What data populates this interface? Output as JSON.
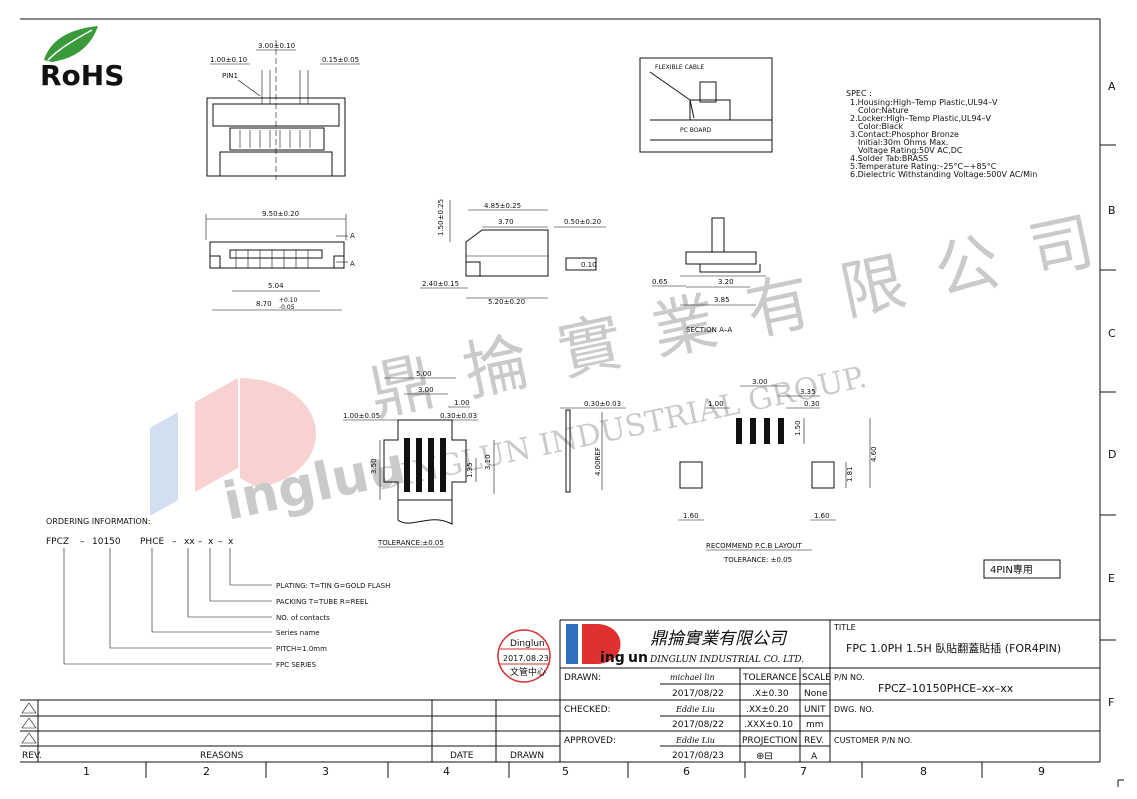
{
  "logo": {
    "text": "RoHS",
    "leaf_color": "#3a9a3a",
    "text_color": "#2e8a2e"
  },
  "watermark": {
    "chinese": "鼎 掄 實 業 有 限 公 司",
    "english": "DINGLUN INDUSTRIAL GROUP.",
    "brand": "ingluu",
    "color_red": "#e03030",
    "color_blue": "#3070c0"
  },
  "border_rows": [
    "A",
    "B",
    "C",
    "D",
    "E",
    "F"
  ],
  "border_cols": [
    "1",
    "2",
    "3",
    "4",
    "5",
    "6",
    "7",
    "8",
    "9"
  ],
  "top_view": {
    "dim_pitch": "3.00±0.10",
    "dim_left": "1.00±0.10",
    "dim_right": "0.15±0.05",
    "pin1": "PIN1"
  },
  "front_view": {
    "dim_width": "9.50±0.20",
    "dim_inner": "5.04",
    "dim_overall": "8.70",
    "dim_tol_up": "+0.10",
    "dim_tol_down": "-0.05",
    "section": "A"
  },
  "side_view": {
    "dim_height": "1.50±0.25",
    "dim_depth": "4.85±0.25",
    "dim_a": "3.70",
    "dim_b": "0.50±0.20",
    "dim_c": "0.10",
    "dim_d": "2.40±0.15",
    "dim_e": "5.20±0.20"
  },
  "flex_inset": {
    "flex": "FLEXIBLE CABLE",
    "board": "PC BOARD"
  },
  "section_aa": {
    "label": "SECTION A–A",
    "d1": "0.65",
    "d2": "3.20",
    "d3": "3.85"
  },
  "spec": {
    "title": "SPEC :",
    "lines": [
      "1.Housing:High–Temp Plastic,UL94–V",
      "Color:Nature",
      "2.Locker:High–Temp Plastic,UL94–V",
      "Color:Black",
      "3.Contact:Phosphor Bronze",
      "Initial:30m Ohms Max.",
      "Voltage Rating:50V AC,DC",
      "4.Solder Tab:BRASS",
      "5.Temperature Rating:–25°C~+85°C",
      "6.Dielectric Withstanding Voltage:500V AC/Min"
    ]
  },
  "cable_view": {
    "d1": "5.00",
    "d2": "3.00",
    "d3": "1.00",
    "d4": "1.00±0.05",
    "d5": "0.30±0.03",
    "d6": "3.50",
    "d7": "3.10",
    "d8": "1.35",
    "tolerance": "TOLERANCE:±0.05"
  },
  "thickness_view": {
    "d1": "0.30±0.03",
    "d2": "4.00REF"
  },
  "pcb_layout": {
    "d1": "3.00",
    "d2": "3.35",
    "d3": "1.00",
    "d4": "0.30",
    "d5": "1.50",
    "d6": "4.60",
    "d7": "1.81",
    "d8": "1.60",
    "d9": "1.60",
    "title": "RECOMMEND P.C.B LAYOUT",
    "tolerance": "TOLERANCE: ±0.05"
  },
  "ordering": {
    "title": "ORDERING INFORMATION:",
    "code_parts": [
      "FPCZ",
      "–",
      "10150",
      "PHCE",
      "–",
      "xx",
      "–",
      "x",
      "–",
      "x"
    ],
    "legend": [
      "PLATING: T=TIN G=GOLD FLASH",
      "PACKING T=TUBE R=REEL",
      "NO. of contacts",
      "Series name",
      "PITCH=1.0mm",
      "FPC SERIES"
    ]
  },
  "pin_note": "4PIN專用",
  "stamp": {
    "name": "Dinglun",
    "date": "2017.08.23",
    "dept": "文管中心",
    "color": "#d03030"
  },
  "revision_table": {
    "rev": "REV.",
    "reasons": "REASONS",
    "date": "DATE",
    "drawn": "DRAWN"
  },
  "title_block": {
    "company_cn": "鼎掄實業有限公司",
    "company_en": "DINGLUN INDUSTRIAL CO. LTD.",
    "logo_text": "ing",
    "logo_text2": "un",
    "drawn_label": "DRAWN:",
    "drawn_name": "michael lin",
    "drawn_date": "2017/08/22",
    "checked_label": "CHECKED:",
    "checked_name": "Eddie Liu",
    "checked_date": "2017/08/22",
    "approved_label": "APPROVED:",
    "approved_name": "Eddie Liu",
    "approved_date": "2017/08/23",
    "tolerance_label": "TOLERANCE",
    "tol1": ".X±0.30",
    "tol2": ".XX±0.20",
    "tol3": ".XXX±0.10",
    "projection_label": "PROJECTION",
    "projection_symbol": "⊕⊟",
    "scale_label": "SCALE",
    "scale_value": "None",
    "unit_label": "UNIT",
    "unit_value": "mm",
    "rev_label": "REV.",
    "rev_value": "A",
    "title_label": "TITLE",
    "title_value": "FPC 1.0PH 1.5H 臥貼翻蓋貼插 (FOR4PIN)",
    "pn_label": "P/N NO.",
    "pn_value": "FPCZ–10150PHCE–xx–xx",
    "dwg_label": "DWG. NO.",
    "customer_label": "CUSTOMER P/N NO."
  }
}
